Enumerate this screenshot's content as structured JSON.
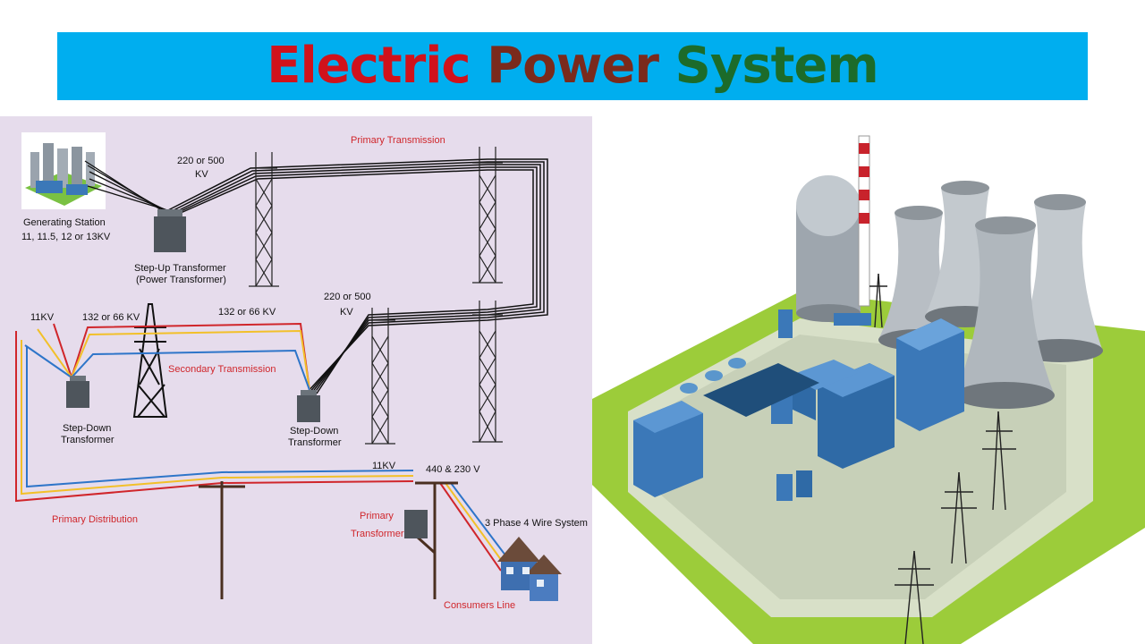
{
  "header": {
    "title_parts": [
      "Electric",
      "Power",
      "System"
    ],
    "title_colors": [
      "#d0121b",
      "#7a2a1c",
      "#1c6b2a"
    ],
    "background": "#00aeef"
  },
  "diagram": {
    "background": "#e6dcec",
    "labels": {
      "primary_transmission": "Primary Transmission",
      "voltage_top_1": "220 or 500",
      "voltage_top_2": "KV",
      "gen_station_1": "Generating Station",
      "gen_station_2": "11, 11.5, 12 or 13KV",
      "stepup_1": "Step-Up Transformer",
      "stepup_2": "(Power Transformer)",
      "voltage_mid_1": "220 or 500",
      "voltage_mid_2": "KV",
      "v_11kv_left": "11KV",
      "v_132_left": "132 or 66 KV",
      "v_132_right": "132 or 66 KV",
      "secondary_transmission": "Secondary Transmission",
      "stepdown_left_1": "Step-Down",
      "stepdown_left_2": "Transformer",
      "stepdown_right_1": "Step-Down",
      "stepdown_right_2": "Transformer",
      "v_11kv_bottom": "11KV",
      "v_440": "440 & 230 V",
      "primary_distribution": "Primary Distribution",
      "primary_transformer_1": "Primary",
      "primary_transformer_2": "Transformer",
      "three_phase": "3 Phase 4 Wire System",
      "consumers_line": "Consumers Line"
    },
    "wire_colors": [
      "#d0262b",
      "#f2c029",
      "#2e75c9",
      "#111111"
    ]
  },
  "plant": {
    "ground_color": "#9ccc3a",
    "building_color": "#3b78b8",
    "tower_color": "#b8bec4"
  }
}
